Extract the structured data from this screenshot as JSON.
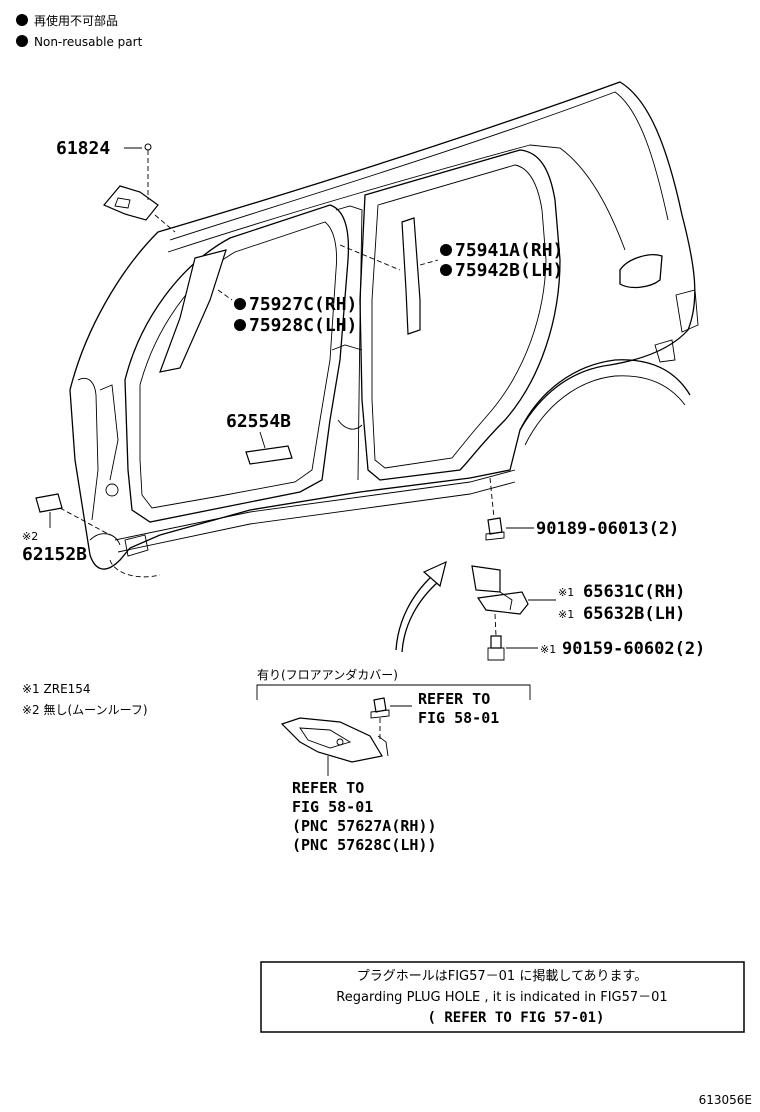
{
  "legend": {
    "jp": "再使用不可部品",
    "en": "Non-reusable part"
  },
  "labels": {
    "p61824": "61824",
    "p75941": "75941A(RH)",
    "p75942": "75942B(LH)",
    "p75927": "75927C(RH)",
    "p75928": "75928C(LH)",
    "p62554": "62554B",
    "p62152_mark": "※2",
    "p62152": "62152B",
    "p90189": "90189-06013(2)",
    "p65631_mark": "※1",
    "p65631": "65631C(RH)",
    "p65632_mark": "※1",
    "p65632": "65632B(LH)",
    "p90159_mark": "※1",
    "p90159": "90159-60602(2)"
  },
  "notes": {
    "n1": "※1 ZRE154",
    "n2": "※2 無し(ムーンルーフ)"
  },
  "floor_group": {
    "header": "有り(フロアアンダカバー)",
    "refer_a_line1": "REFER TO",
    "refer_a_line2": "FIG 58-01",
    "refer_b_line1": "REFER TO",
    "refer_b_line2": "FIG 58-01",
    "refer_b_line3": "(PNC 57627A(RH))",
    "refer_b_line4": "(PNC 57628C(LH))"
  },
  "info_box": {
    "line1": "プラグホールはFIG57－01 に掲載してあります。",
    "line2": "Regarding  PLUG  HOLE  ,  it  is  indicated  in  FIG57－01",
    "line3": "(    REFER  TO  FIG  57-01)"
  },
  "figure_code": "613056E"
}
